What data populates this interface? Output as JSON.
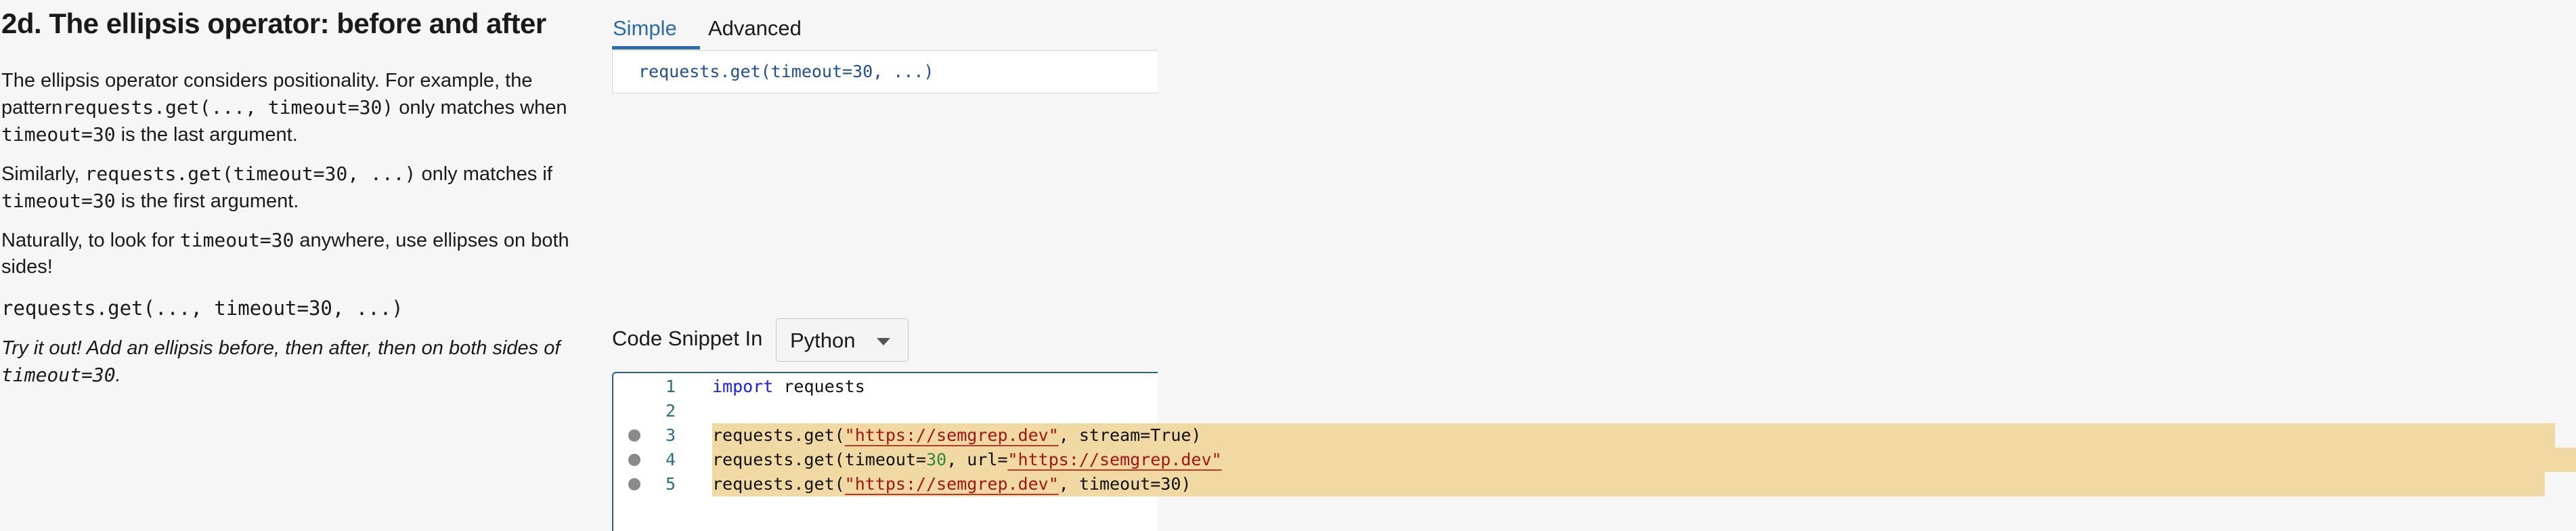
{
  "lesson": {
    "title": "2d. The ellipsis operator: before and after",
    "p1_a": "The ellipsis operator considers positionality. For example, the pattern",
    "p1_code1": "requests.get(..., timeout=30)",
    "p1_b": " only matches when ",
    "p1_code2": "timeout=30",
    "p1_c": " is the last argument.",
    "p2_a": "Similarly, ",
    "p2_code1": "requests.get(timeout=30, ...)",
    "p2_b": " only matches if ",
    "p2_code2": "timeout=30",
    "p2_c": " is the first argument.",
    "p3_a": "Naturally, to look for ",
    "p3_code": "timeout=30",
    "p3_b": " anywhere, use ellipses on both sides!",
    "p4_code": "requests.get(..., timeout=30, ...)",
    "p5_a": "Try it out! Add an ellipsis before, then after, then on both sides of ",
    "p5_code": "timeout=30",
    "p5_b": "."
  },
  "editor_tabs": {
    "simple": "Simple",
    "advanced": "Advanced",
    "active": "Simple"
  },
  "pattern": {
    "value": "requests.get(timeout=30, ...)"
  },
  "snippet": {
    "label": "Code Snippet In",
    "language": "Python"
  },
  "code_lines": [
    {
      "num": "1",
      "kw": "import",
      "rest": " requests"
    },
    {
      "num": "2"
    },
    {
      "num": "3",
      "a": "requests.get(",
      "s": "\"https://semgrep.dev\"",
      "b": ", stream=True)"
    },
    {
      "num": "4",
      "a": "requests.get(timeout=",
      "n": "30",
      "b": ", url=",
      "s": "\"https://semgrep.dev\""
    },
    {
      "num": "5",
      "a": "requests.get(",
      "s": "\"https://semgrep.dev\"",
      "b": ", timeout=30)"
    }
  ],
  "colors": {
    "accent": "#2a6ba8",
    "highlight": "#f0d9a2",
    "keyword": "#1a1aff",
    "string": "#a31515",
    "number": "#2e8b3d"
  }
}
